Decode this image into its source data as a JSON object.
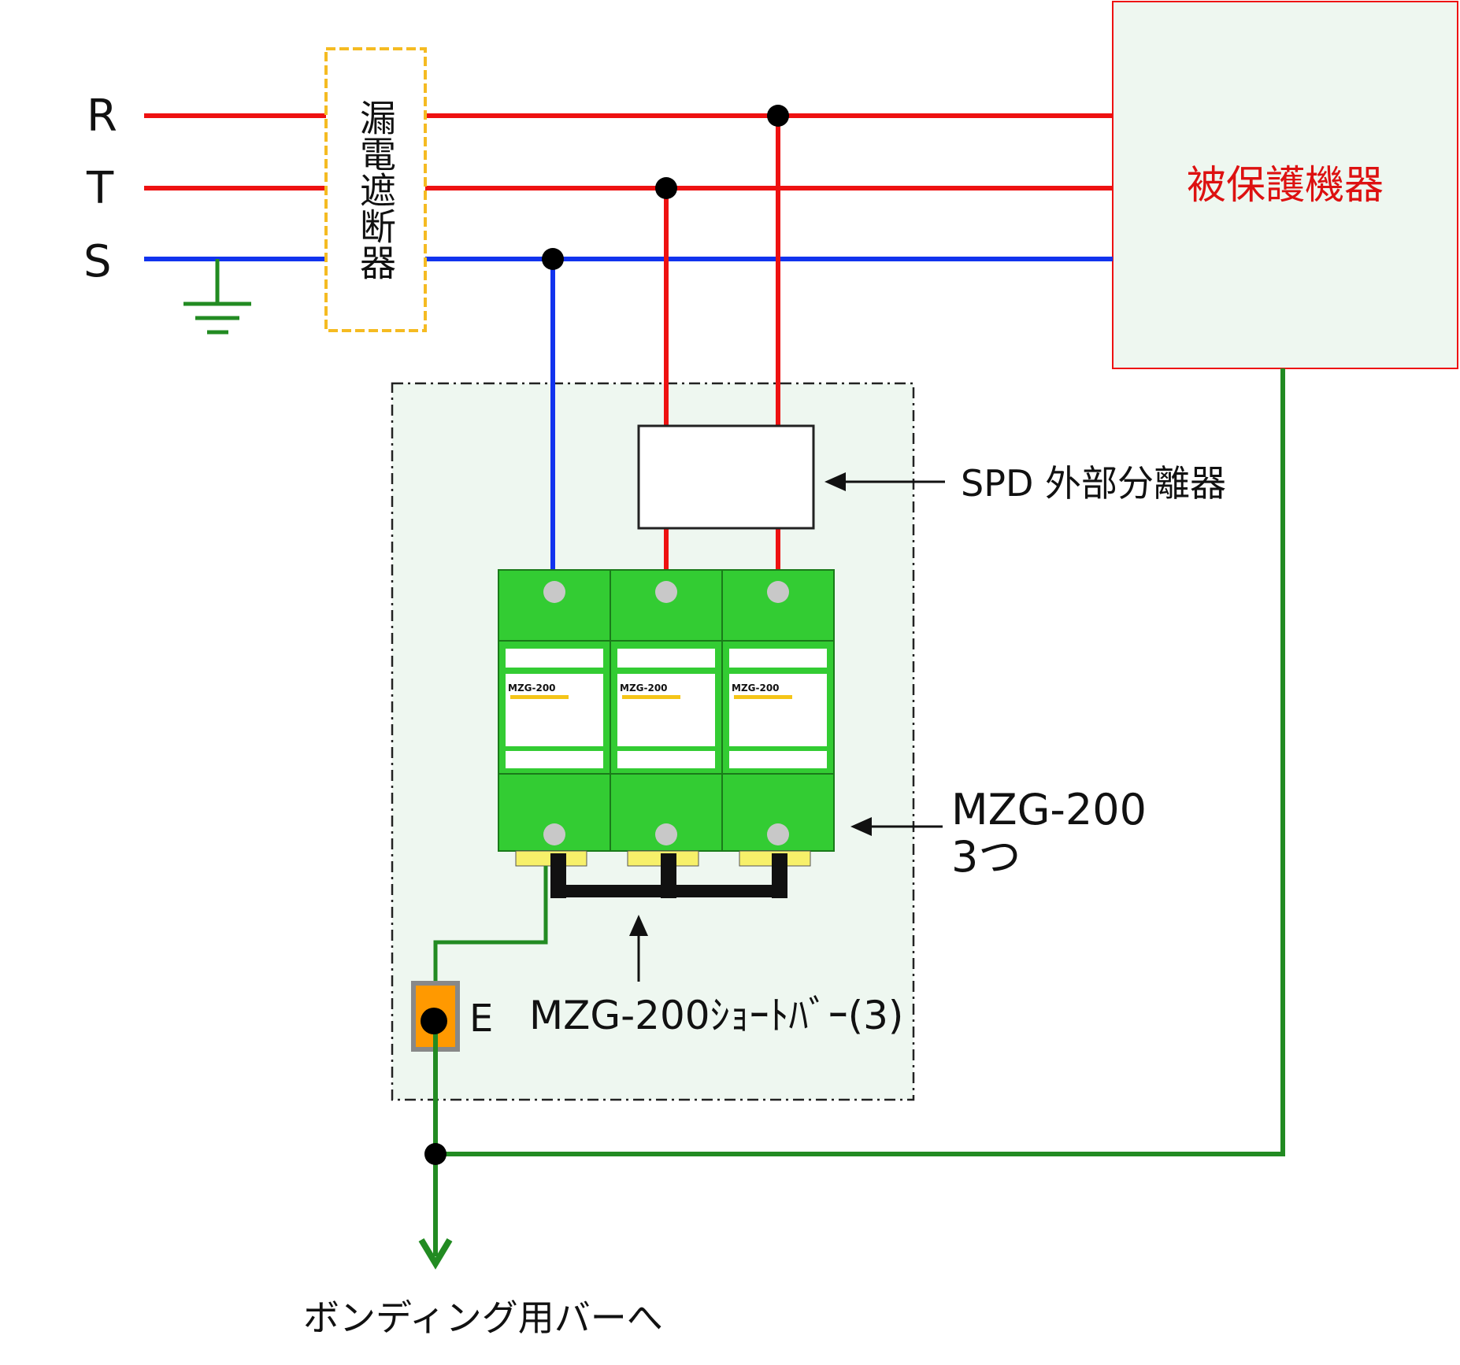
{
  "lines": {
    "r_label": "R",
    "t_label": "T",
    "s_label": "S"
  },
  "breaker": {
    "label": "漏電遮断器"
  },
  "equipment": {
    "label": "被保護機器"
  },
  "spd_disconnector": {
    "label": "SPD 外部分離器"
  },
  "modules": {
    "label": "MZG-200",
    "callout_line1": "MZG-200",
    "callout_line2": "3つ"
  },
  "short_bar": {
    "label": "MZG-200ｼｮｰﾄﾊﾞｰ(3)"
  },
  "earth_terminal": {
    "label": "E"
  },
  "bonding": {
    "label": "ボンディング用バーへ"
  },
  "colors": {
    "live_line": "#ee1111",
    "neutral_line": "#1133ee",
    "earth_line": "#228b22",
    "module_green": "#33cc33",
    "breaker_outline": "#f5bb22",
    "box_fill": "#eef7f0",
    "equipment_label": "#dd1111",
    "terminal_orange": "#ff9900"
  }
}
